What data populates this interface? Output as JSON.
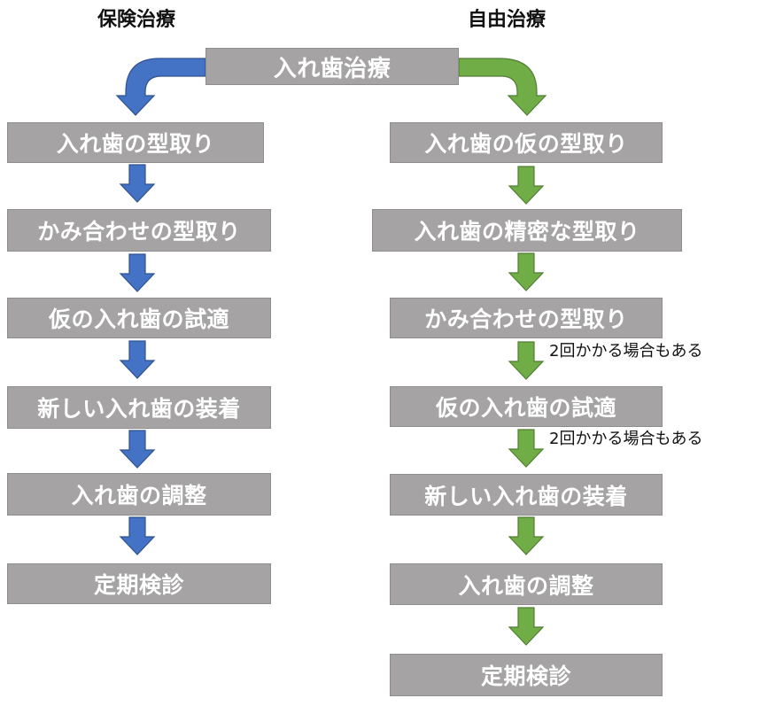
{
  "headings": {
    "insurance": "保険治療",
    "private": "自由治療"
  },
  "root": {
    "label": "入れ歯治療"
  },
  "insurance_steps": [
    "入れ歯の型取り",
    "かみ合わせの型取り",
    "仮の入れ歯の試適",
    "新しい入れ歯の装着",
    "入れ歯の調整",
    "定期検診"
  ],
  "private_steps": [
    "入れ歯の仮の型取り",
    "入れ歯の精密な型取り",
    "かみ合わせの型取り",
    "仮の入れ歯の試適",
    "新しい入れ歯の装着",
    "入れ歯の調整",
    "定期検診"
  ],
  "notes": {
    "repeat_1": "2回かかる場合もある",
    "repeat_2": "2回かかる場合もある"
  },
  "colors": {
    "insurance_arrow": "#4472c4",
    "private_arrow": "#70ad47",
    "box_fill": "#a5a3a3"
  }
}
